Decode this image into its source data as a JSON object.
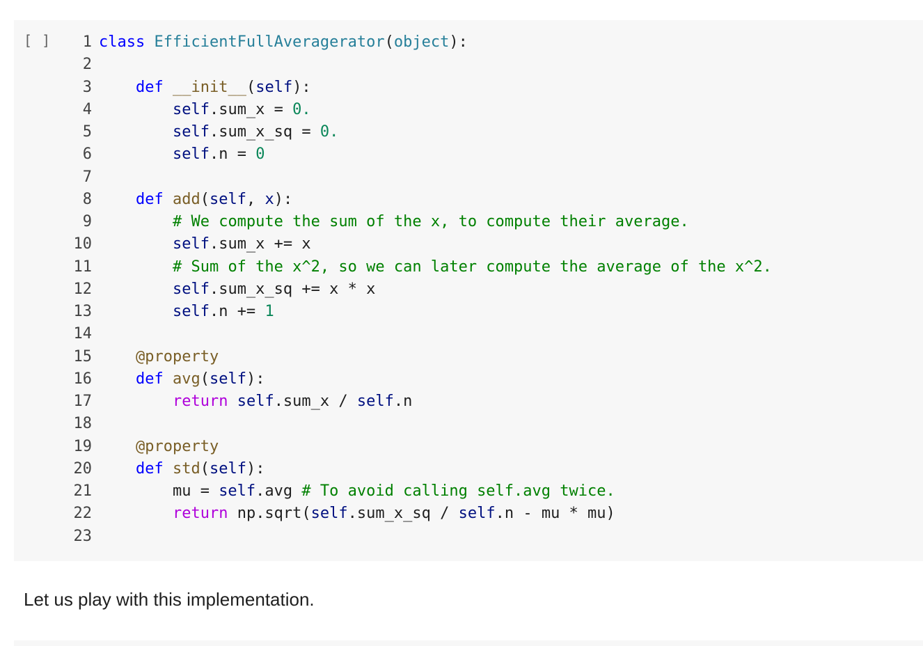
{
  "code_cell": {
    "run_label": "[ ]",
    "lines": [
      {
        "n": "1",
        "tokens": [
          {
            "t": "class",
            "c": "kw"
          },
          {
            "t": " "
          },
          {
            "t": "EfficientFullAveragerator",
            "c": "cls"
          },
          {
            "t": "("
          },
          {
            "t": "object",
            "c": "cls"
          },
          {
            "t": "):"
          }
        ]
      },
      {
        "n": "2",
        "tokens": []
      },
      {
        "n": "3",
        "tokens": [
          {
            "t": "    "
          },
          {
            "t": "def",
            "c": "kw"
          },
          {
            "t": " "
          },
          {
            "t": "__init__",
            "c": "fn"
          },
          {
            "t": "("
          },
          {
            "t": "self",
            "c": "self"
          },
          {
            "t": "):"
          }
        ]
      },
      {
        "n": "4",
        "tokens": [
          {
            "t": "        "
          },
          {
            "t": "self",
            "c": "self"
          },
          {
            "t": ".sum_x = "
          },
          {
            "t": "0.",
            "c": "num"
          }
        ]
      },
      {
        "n": "5",
        "tokens": [
          {
            "t": "        "
          },
          {
            "t": "self",
            "c": "self"
          },
          {
            "t": ".sum_x_sq = "
          },
          {
            "t": "0.",
            "c": "num"
          }
        ]
      },
      {
        "n": "6",
        "tokens": [
          {
            "t": "        "
          },
          {
            "t": "self",
            "c": "self"
          },
          {
            "t": ".n = "
          },
          {
            "t": "0",
            "c": "num"
          }
        ]
      },
      {
        "n": "7",
        "tokens": []
      },
      {
        "n": "8",
        "tokens": [
          {
            "t": "    "
          },
          {
            "t": "def",
            "c": "kw"
          },
          {
            "t": " "
          },
          {
            "t": "add",
            "c": "fn"
          },
          {
            "t": "("
          },
          {
            "t": "self",
            "c": "self"
          },
          {
            "t": ", "
          },
          {
            "t": "x",
            "c": "self"
          },
          {
            "t": "):"
          }
        ]
      },
      {
        "n": "9",
        "tokens": [
          {
            "t": "        "
          },
          {
            "t": "# We compute the sum of the x, to compute their average.",
            "c": "cm"
          }
        ]
      },
      {
        "n": "10",
        "tokens": [
          {
            "t": "        "
          },
          {
            "t": "self",
            "c": "self"
          },
          {
            "t": ".sum_x += x"
          }
        ]
      },
      {
        "n": "11",
        "tokens": [
          {
            "t": "        "
          },
          {
            "t": "# Sum of the x^2, so we can later compute the average of the x^2.",
            "c": "cm"
          }
        ]
      },
      {
        "n": "12",
        "tokens": [
          {
            "t": "        "
          },
          {
            "t": "self",
            "c": "self"
          },
          {
            "t": ".sum_x_sq += x * x"
          }
        ]
      },
      {
        "n": "13",
        "tokens": [
          {
            "t": "        "
          },
          {
            "t": "self",
            "c": "self"
          },
          {
            "t": ".n += "
          },
          {
            "t": "1",
            "c": "num"
          }
        ]
      },
      {
        "n": "14",
        "tokens": []
      },
      {
        "n": "15",
        "tokens": [
          {
            "t": "    "
          },
          {
            "t": "@property",
            "c": "dec"
          }
        ]
      },
      {
        "n": "16",
        "tokens": [
          {
            "t": "    "
          },
          {
            "t": "def",
            "c": "kw"
          },
          {
            "t": " "
          },
          {
            "t": "avg",
            "c": "fn"
          },
          {
            "t": "("
          },
          {
            "t": "self",
            "c": "self"
          },
          {
            "t": "):"
          }
        ]
      },
      {
        "n": "17",
        "tokens": [
          {
            "t": "        "
          },
          {
            "t": "return",
            "c": "ret"
          },
          {
            "t": " "
          },
          {
            "t": "self",
            "c": "self"
          },
          {
            "t": ".sum_x / "
          },
          {
            "t": "self",
            "c": "self"
          },
          {
            "t": ".n"
          }
        ]
      },
      {
        "n": "18",
        "tokens": []
      },
      {
        "n": "19",
        "tokens": [
          {
            "t": "    "
          },
          {
            "t": "@property",
            "c": "dec"
          }
        ]
      },
      {
        "n": "20",
        "tokens": [
          {
            "t": "    "
          },
          {
            "t": "def",
            "c": "kw"
          },
          {
            "t": " "
          },
          {
            "t": "std",
            "c": "fn"
          },
          {
            "t": "("
          },
          {
            "t": "self",
            "c": "self"
          },
          {
            "t": "):"
          }
        ]
      },
      {
        "n": "21",
        "tokens": [
          {
            "t": "        mu = "
          },
          {
            "t": "self",
            "c": "self"
          },
          {
            "t": ".avg "
          },
          {
            "t": "# To avoid calling self.avg twice.",
            "c": "cm"
          }
        ]
      },
      {
        "n": "22",
        "tokens": [
          {
            "t": "        "
          },
          {
            "t": "return",
            "c": "ret"
          },
          {
            "t": " np.sqrt("
          },
          {
            "t": "self",
            "c": "self"
          },
          {
            "t": ".sum_x_sq / "
          },
          {
            "t": "self",
            "c": "self"
          },
          {
            "t": ".n - mu * mu)"
          }
        ]
      },
      {
        "n": "23",
        "tokens": []
      }
    ]
  },
  "text_cell": {
    "text": "Let us play with this implementation."
  },
  "colors": {
    "keyword": "#0000ff",
    "class_name": "#267f99",
    "function_name": "#795e26",
    "self": "#001080",
    "number": "#098658",
    "comment": "#008000",
    "return": "#af00db",
    "cell_background": "#f7f7f7"
  }
}
